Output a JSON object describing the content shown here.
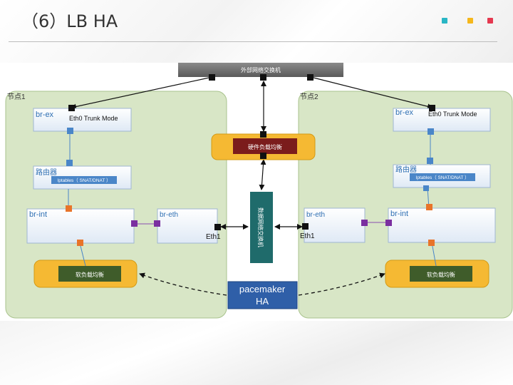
{
  "slide_title": "（6）LB HA",
  "accent_dots": [
    "#29b6c5",
    "#f5b71b",
    "#e5384f"
  ],
  "switch_label": "外部网络交换机",
  "node1_label": "节点1",
  "node2_label": "节点2",
  "br_ex": "br-ex",
  "trunk_mode": "Eth0 Trunk Mode",
  "router": "路由器",
  "iptables": "Iptables（ SNAT/DNAT ）",
  "br_int": "br-int",
  "br_eth": "br-eth",
  "eth1": "Eth1",
  "soft_lb": "软负载均衡",
  "hw_lb": "硬件负载均衡",
  "data_switch": "数据网络交换机",
  "pacemaker": "pacemaker",
  "ha": "HA"
}
